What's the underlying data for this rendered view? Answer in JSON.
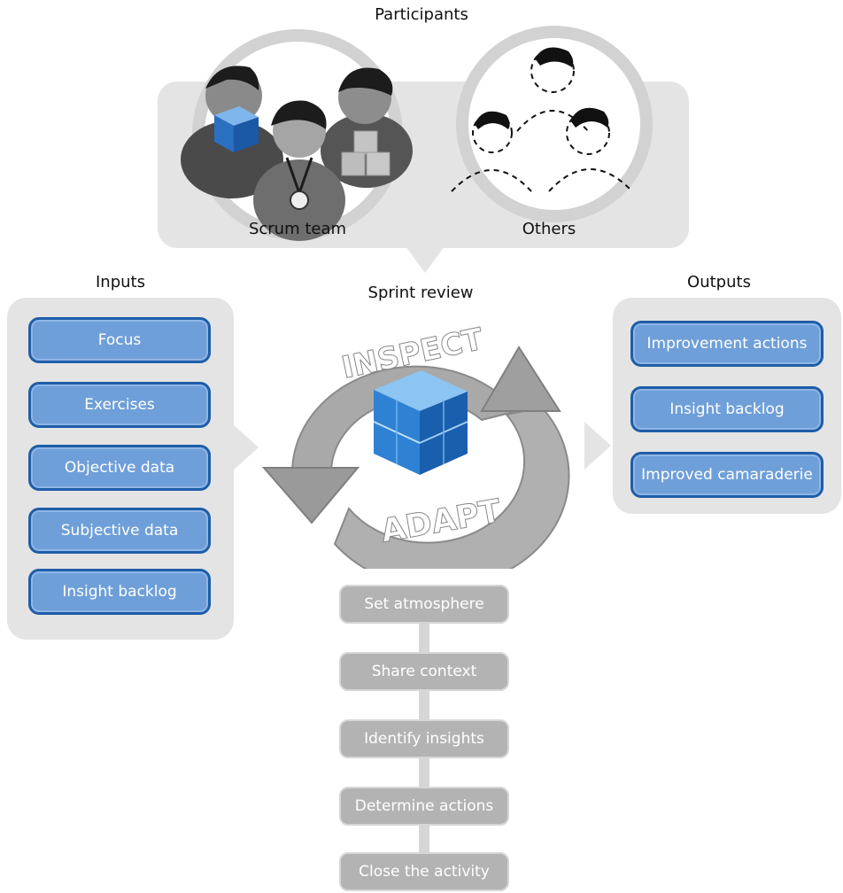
{
  "participants": {
    "title": "Participants",
    "scrum_team_label": "Scrum team",
    "others_label": "Others"
  },
  "inputs": {
    "title": "Inputs",
    "items": [
      "Focus",
      "Exercises",
      "Objective data",
      "Subjective data",
      "Insight backlog"
    ]
  },
  "sprint_review": {
    "title": "Sprint review",
    "inspect_label": "INSPECT",
    "adapt_label": "ADAPT"
  },
  "outputs": {
    "title": "Outputs",
    "items": [
      "Improvement actions",
      "Insight backlog",
      "Improved camaraderie"
    ]
  },
  "steps": [
    "Set atmosphere",
    "Share context",
    "Identify insights",
    "Determine actions",
    "Close the activity"
  ],
  "colors": {
    "panel": "#e4e4e4",
    "button_fill": "#6f9fd8",
    "button_border": "#1f5ea8",
    "step_fill": "#b3b3b3",
    "cube": "#2e7fd0"
  }
}
